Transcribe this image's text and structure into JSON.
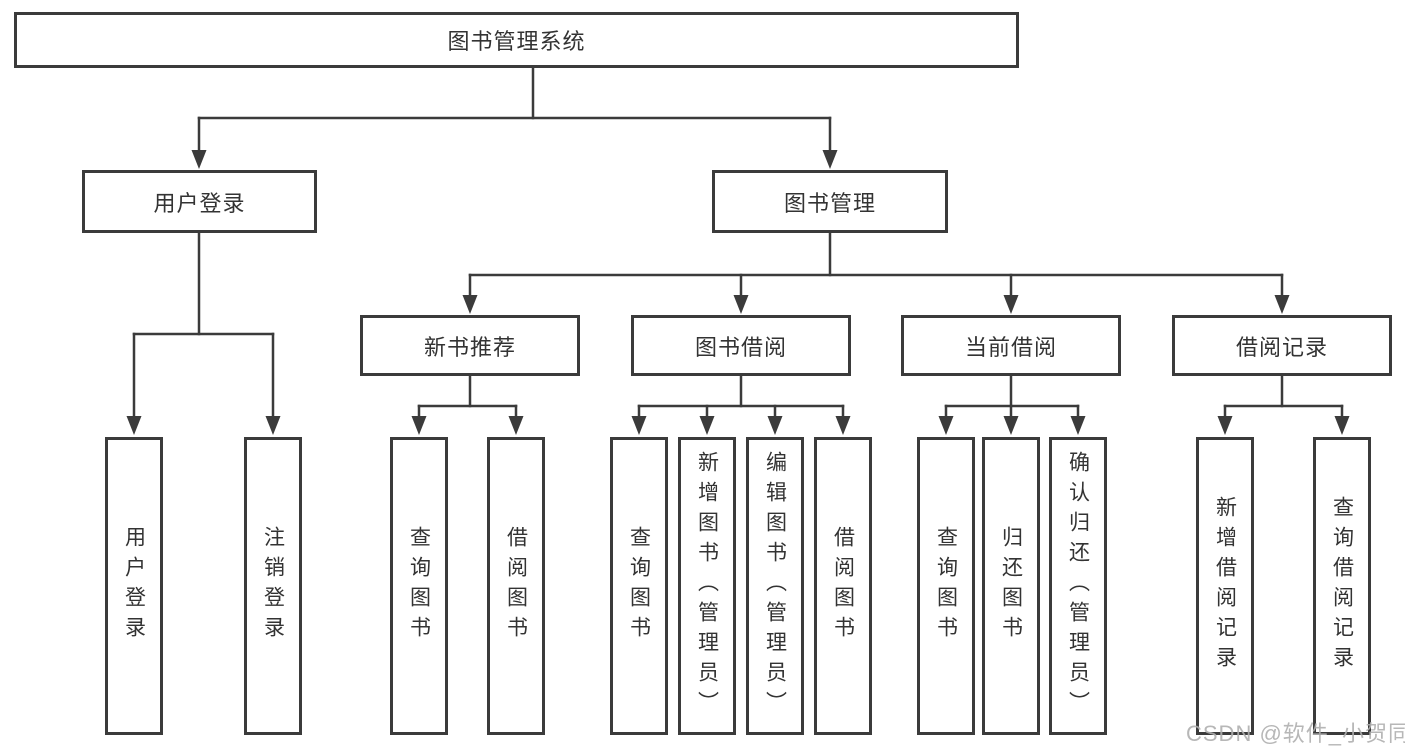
{
  "colors": {
    "line": "#3b3b3b",
    "box_border": "#3b3b3b",
    "text": "#333333",
    "watermark": "#afafaf",
    "background": "#ffffff"
  },
  "nodes": {
    "library_system": {
      "label": "图书管理系统"
    },
    "user_login": {
      "label": "用户登录"
    },
    "book_management": {
      "label": "图书管理"
    },
    "new_book_recommend": {
      "label": "新书推荐"
    },
    "book_borrowing": {
      "label": "图书借阅"
    },
    "current_borrowing": {
      "label": "当前借阅"
    },
    "borrow_records": {
      "label": "借阅记录"
    },
    "leaf_user_login": {
      "label": "用户登录"
    },
    "leaf_logout": {
      "label": "注销登录"
    },
    "leaf_nbr_query_books": {
      "label": "查询图书"
    },
    "leaf_nbr_borrow_books": {
      "label": "借阅图书"
    },
    "leaf_bb_query_books": {
      "label": "查询图书"
    },
    "leaf_bb_add_books_admin": {
      "label": "新增图书（管理员）"
    },
    "leaf_bb_edit_books_admin": {
      "label": "编辑图书（管理员）"
    },
    "leaf_bb_borrow_books": {
      "label": "借阅图书"
    },
    "leaf_cb_query_books": {
      "label": "查询图书"
    },
    "leaf_cb_return_books": {
      "label": "归还图书"
    },
    "leaf_cb_confirm_return_admin": {
      "label": "确认归还（管理员）"
    },
    "leaf_br_add_record": {
      "label": "新增借阅记录"
    },
    "leaf_br_query_record": {
      "label": "查询借阅记录"
    }
  },
  "watermark": {
    "text": "CSDN @软件_小贺同学"
  }
}
